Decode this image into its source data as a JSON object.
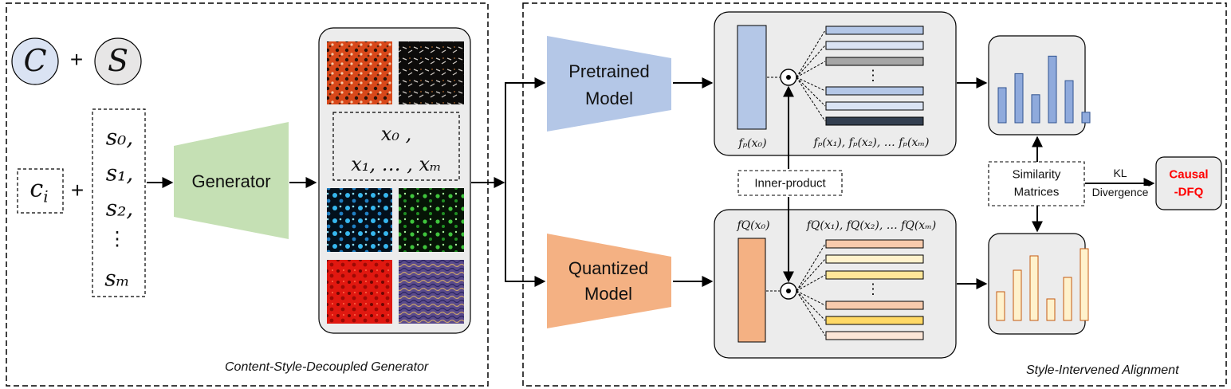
{
  "left_panel": {
    "caption": "Content-Style-Decoupled Generator",
    "content_symbol": "C",
    "style_symbol": "S",
    "plus": "+",
    "content_var": "c",
    "content_var_sub": "i",
    "style_vars": [
      "s₀,",
      "s₁,",
      "s₂,",
      "⋮",
      "sₘ"
    ],
    "generator_label": "Generator",
    "sample_line1": "x₀ ,",
    "sample_line2": "x₁, … , xₘ"
  },
  "right_panel": {
    "caption": "Style-Intervened Alignment",
    "pretrained_label_1": "Pretrained",
    "pretrained_label_2": "Model",
    "quantized_label_1": "Quantized",
    "quantized_label_2": "Model",
    "fp_x0": "fₚ(x₀)",
    "fp_others": "fₚ(x₁), fₚ(x₂), … fₚ(xₘ)",
    "fq_x0": "fQ(x₀)",
    "fq_others": "fQ(x₁), fQ(x₂), … fQ(xₘ)",
    "inner_product": "Inner-product",
    "similarity_1": "Similarity",
    "similarity_2": "Matrices",
    "kl_1": "KL",
    "kl_2": "Divergence",
    "result_1": "Causal",
    "result_2": "-DFQ",
    "dots": "⋮"
  },
  "colors": {
    "content_circle": "#dae3f3",
    "style_circle": "#e7e6e6",
    "generator": "#c5e0b4",
    "pretrained": "#b4c7e7",
    "quantized": "#f4b183",
    "panel_box": "#ececec",
    "result_text": "#ff0000"
  },
  "chart_top": {
    "values": [
      0.5,
      0.7,
      0.4,
      0.95,
      0.6,
      0.15
    ]
  },
  "chart_bottom": {
    "values": [
      0.4,
      0.7,
      0.9,
      0.3,
      0.6,
      1.0
    ]
  }
}
